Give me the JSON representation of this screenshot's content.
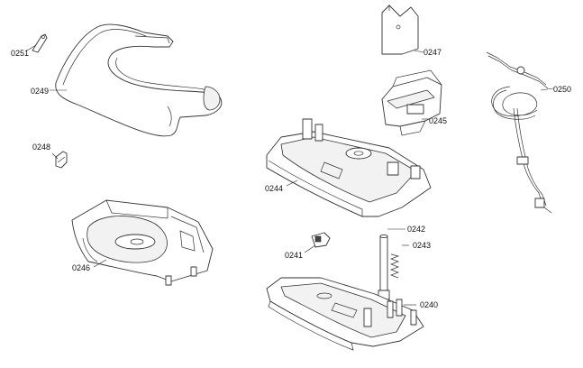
{
  "labels": {
    "l0251": "0251",
    "l0249": "0249",
    "l0248": "0248",
    "l0246": "0246",
    "l0247": "0247",
    "l0245": "0245",
    "l0244": "0244",
    "l0242": "0242",
    "l0243": "0243",
    "l0241": "0241",
    "l0240": "0240",
    "l0250": "0250"
  }
}
